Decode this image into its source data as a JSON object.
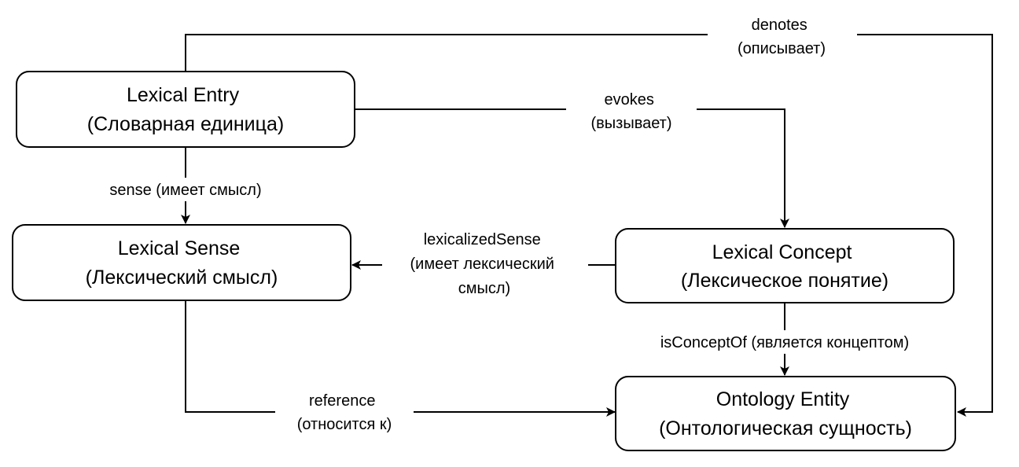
{
  "diagram": {
    "nodes": {
      "lexical_entry": {
        "line1": "Lexical Entry",
        "line2": "(Словарная единица)"
      },
      "lexical_sense": {
        "line1": "Lexical Sense",
        "line2": "(Лексический смысл)"
      },
      "lexical_concept": {
        "line1": "Lexical Concept",
        "line2": "(Лексическое понятие)"
      },
      "ontology_entity": {
        "line1": "Ontology Entity",
        "line2": "(Онтологическая сущность)"
      }
    },
    "edges": {
      "denotes": {
        "line1": "denotes",
        "line2": "(описывает)"
      },
      "evokes": {
        "line1": "evokes",
        "line2": "(вызывает)"
      },
      "sense": {
        "line1": "sense (имеет смысл)"
      },
      "lexicalized_sense": {
        "line1": "lexicalizedSense",
        "line2": "(имеет лексический",
        "line3": "смысл)"
      },
      "is_concept_of": {
        "line1": "isConceptOf (является концептом)"
      },
      "reference": {
        "line1": "reference",
        "line2": "(относится к)"
      }
    }
  }
}
